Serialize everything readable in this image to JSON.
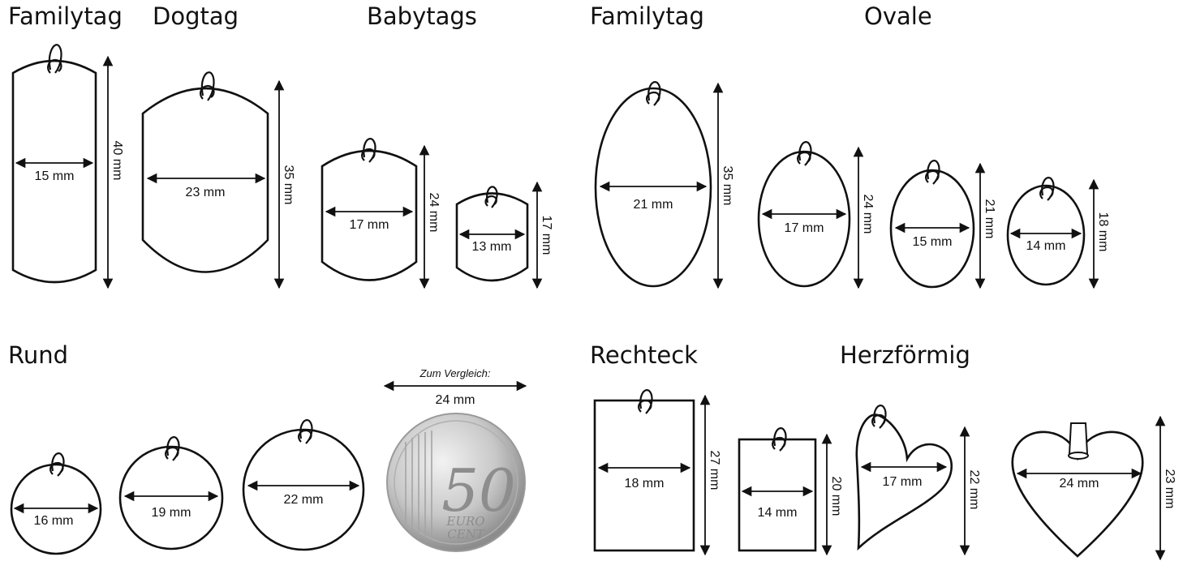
{
  "titles": {
    "familytag_1": "Familytag",
    "dogtag": "Dogtag",
    "babytags": "Babytags",
    "familytag_2": "Familytag",
    "ovale": "Ovale",
    "rund": "Rund",
    "rechteck": "Rechteck",
    "herzfoermig": "Herzförmig"
  },
  "dimensions": {
    "familytag_w": "15 mm",
    "familytag_h": "40 mm",
    "dogtag_w": "23 mm",
    "dogtag_h": "35 mm",
    "baby1_w": "17 mm",
    "baby1_h": "24 mm",
    "baby2_w": "13 mm",
    "baby2_h": "17 mm",
    "oval1_w": "21 mm",
    "oval1_h": "35  mm",
    "oval2_w": "17 mm",
    "oval2_h": "24 mm",
    "oval3_w": "15 mm",
    "oval3_h": "21 mm",
    "oval4_w": "14 mm",
    "oval4_h": "18 mm",
    "round1_w": "16 mm",
    "round2_w": "19 mm",
    "round3_w": "22 mm",
    "rect1_w": "18 mm",
    "rect1_h": "27 mm",
    "rect2_w": "14 mm",
    "rect2_h": "20 mm",
    "heart1_w": "17 mm",
    "heart1_h": "22 mm",
    "heart2_w": "24 mm",
    "heart2_h": "23 mm"
  },
  "comparison": {
    "label": "Zum Vergleich:",
    "size": "24 mm",
    "coin_value": "50",
    "coin_text_1": "EURO",
    "coin_text_2": "CENT"
  },
  "colors": {
    "ink": "#111111",
    "coin": "#c9c9c9"
  }
}
